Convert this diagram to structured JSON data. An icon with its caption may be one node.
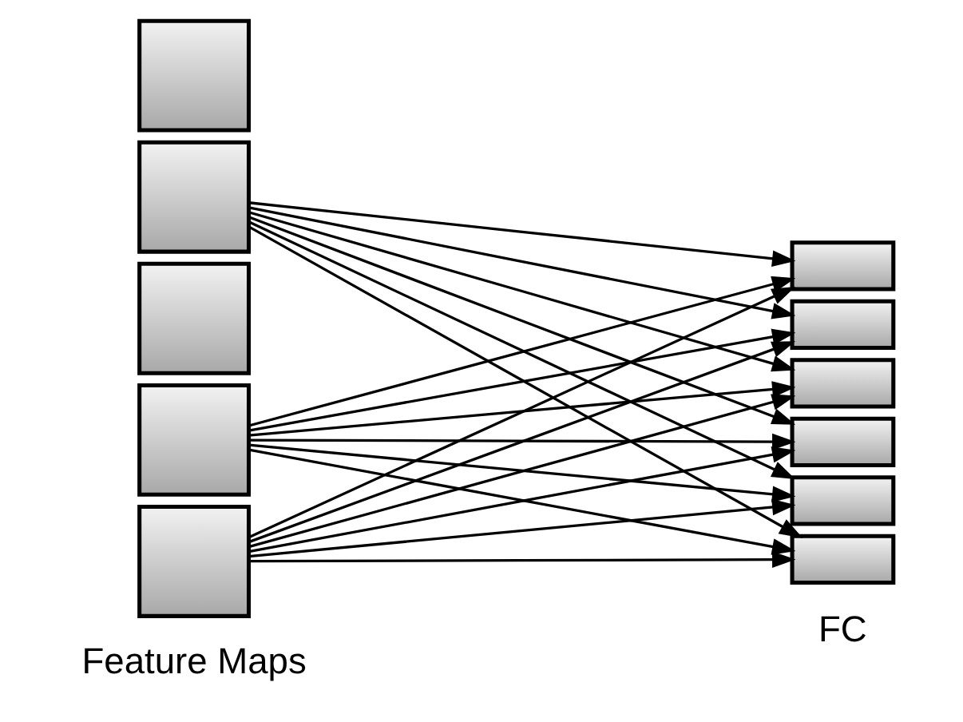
{
  "diagram": {
    "nodes": [
      {
        "text": [],
        "shape": "box"
      },
      {
        "text": [],
        "shape": "box"
      },
      {
        "text": [],
        "shape": "box"
      },
      {
        "text": [],
        "shape": "box"
      },
      {
        "text": [],
        "shape": "box"
      },
      {
        "text": [],
        "shape": "box"
      },
      {
        "text": [],
        "shape": "box"
      },
      {
        "text": [],
        "shape": "box"
      },
      {
        "text": [],
        "shape": "box"
      },
      {
        "text": [],
        "shape": "box"
      },
      {
        "text": [],
        "shape": "box"
      }
    ],
    "edges": [
      {
        "from": 1,
        "to": 5,
        "arrow": "to"
      },
      {
        "from": 1,
        "to": 6,
        "arrow": "to"
      },
      {
        "from": 1,
        "to": 7,
        "arrow": "to"
      },
      {
        "from": 1,
        "to": 8,
        "arrow": "to"
      },
      {
        "from": 1,
        "to": 9,
        "arrow": "to"
      },
      {
        "from": 1,
        "to": 10,
        "arrow": "to"
      },
      {
        "from": 3,
        "to": 5,
        "arrow": "to"
      },
      {
        "from": 3,
        "to": 6,
        "arrow": "to"
      },
      {
        "from": 3,
        "to": 7,
        "arrow": "to"
      },
      {
        "from": 3,
        "to": 8,
        "arrow": "to"
      },
      {
        "from": 3,
        "to": 9,
        "arrow": "to"
      },
      {
        "from": 3,
        "to": 10,
        "arrow": "to"
      },
      {
        "from": 4,
        "to": 5,
        "arrow": "to"
      },
      {
        "from": 4,
        "to": 6,
        "arrow": "to"
      },
      {
        "from": 4,
        "to": 7,
        "arrow": "to"
      },
      {
        "from": 4,
        "to": 8,
        "arrow": "to"
      },
      {
        "from": 4,
        "to": 9,
        "arrow": "to"
      },
      {
        "from": 4,
        "to": 10,
        "arrow": "to"
      }
    ],
    "labels": [
      "Feature Maps",
      "FC"
    ]
  }
}
